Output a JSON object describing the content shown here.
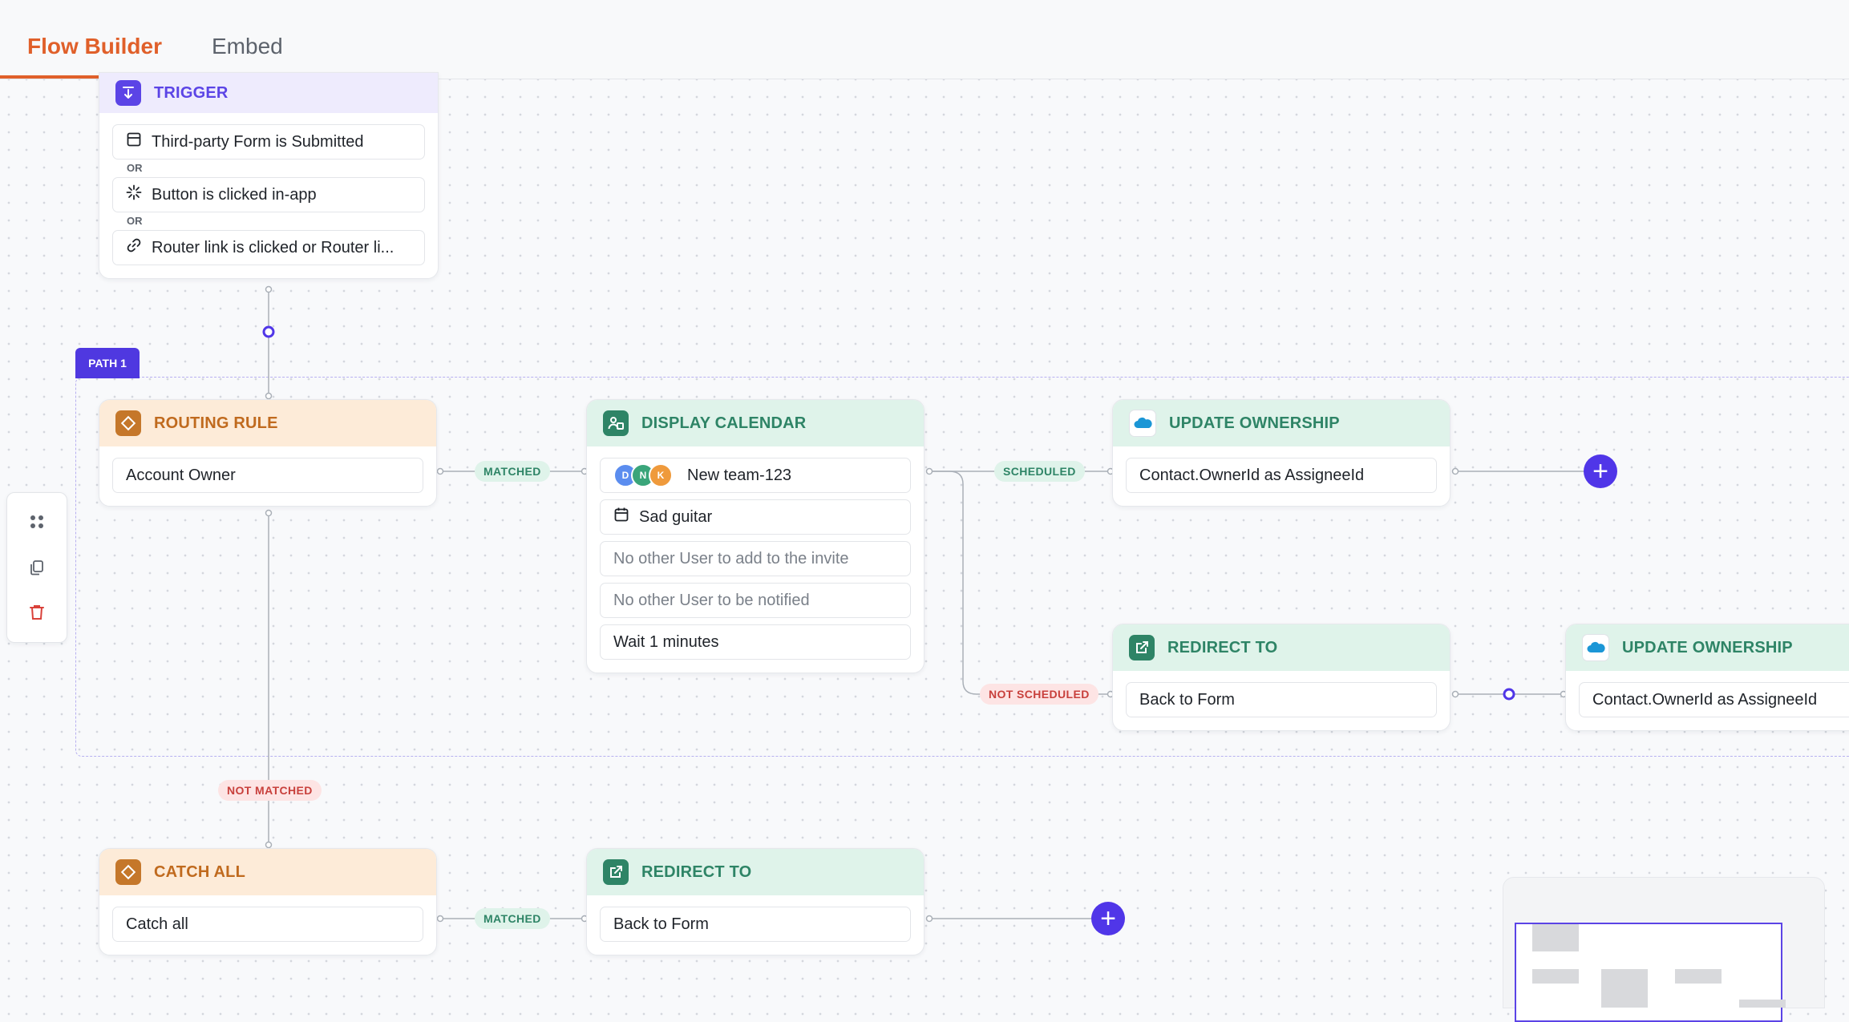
{
  "tabs": {
    "active": "Flow Builder",
    "other": "Embed"
  },
  "path_label": "PATH 1",
  "trigger": {
    "title": "TRIGGER",
    "items": [
      {
        "icon": "form-icon",
        "label": "Third-party Form is Submitted"
      },
      {
        "icon": "click-icon",
        "label": "Button is clicked in-app"
      },
      {
        "icon": "link-icon",
        "label": "Router link is clicked or Router li..."
      }
    ],
    "or_label": "OR"
  },
  "routing_rule": {
    "title": "ROUTING RULE",
    "value": "Account Owner"
  },
  "display_calendar": {
    "title": "DISPLAY CALENDAR",
    "avatars": [
      {
        "initial": "D",
        "color": "#5b8def"
      },
      {
        "initial": "N",
        "color": "#3aa57a"
      },
      {
        "initial": "K",
        "color": "#ef9a3c"
      }
    ],
    "team": "New team-123",
    "event": "Sad guitar",
    "invite": "No other User to add to the invite",
    "notify": "No other User to be notified",
    "wait": "Wait 1 minutes"
  },
  "update_ownership_1": {
    "title": "UPDATE OWNERSHIP",
    "value": "Contact.OwnerId as AssigneeId"
  },
  "redirect_1": {
    "title": "REDIRECT TO",
    "value": "Back to Form"
  },
  "update_ownership_2": {
    "title": "UPDATE OWNERSHIP",
    "value": "Contact.OwnerId as AssigneeId"
  },
  "catch_all": {
    "title": "CATCH ALL",
    "value": "Catch all"
  },
  "redirect_2": {
    "title": "REDIRECT TO",
    "value": "Back to Form"
  },
  "edge_labels": {
    "matched_1": "MATCHED",
    "scheduled": "SCHEDULED",
    "not_scheduled": "NOT SCHEDULED",
    "not_matched": "NOT MATCHED",
    "matched_2": "MATCHED"
  },
  "toolbar": [
    "drag-handle-icon",
    "copy-icon",
    "trash-icon"
  ],
  "colors": {
    "accent": "#5036e8",
    "tab_active": "#e0602a",
    "trash": "#d9413a"
  }
}
